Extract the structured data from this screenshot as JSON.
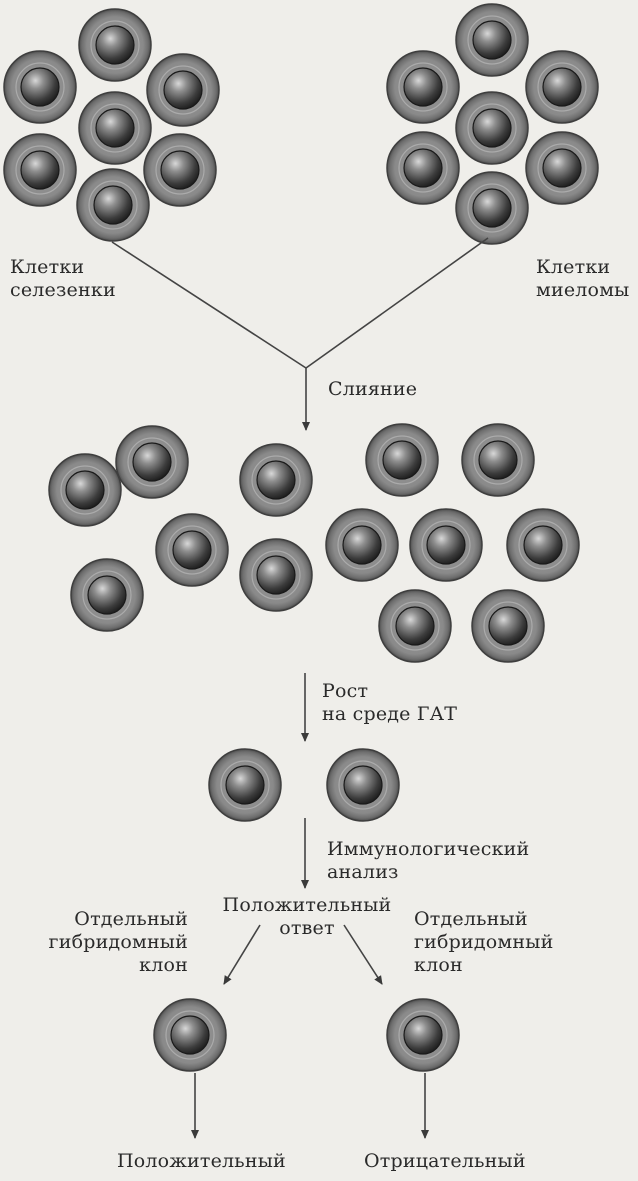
{
  "labels": {
    "spleen_cells": [
      "Клетки",
      "селезенки"
    ],
    "myeloma_cells": [
      "Клетки",
      "миеломы"
    ],
    "fusion": "Слияние",
    "growth": [
      "Рост",
      "на среде ГАТ"
    ],
    "immuno": [
      "Иммунологический",
      "анализ"
    ],
    "positive_response": [
      "Положительный",
      "ответ"
    ],
    "clone_left": [
      "Отдельный",
      "гибридомный",
      "клон"
    ],
    "clone_right": [
      "Отдельный",
      "гибридомный",
      "клон"
    ],
    "result_left": "Положительный",
    "result_right": "Отрицательный"
  },
  "colors": {
    "background": "#efeeea",
    "cell_halo": "#8c8c8c",
    "line": "#4a4a4a"
  }
}
